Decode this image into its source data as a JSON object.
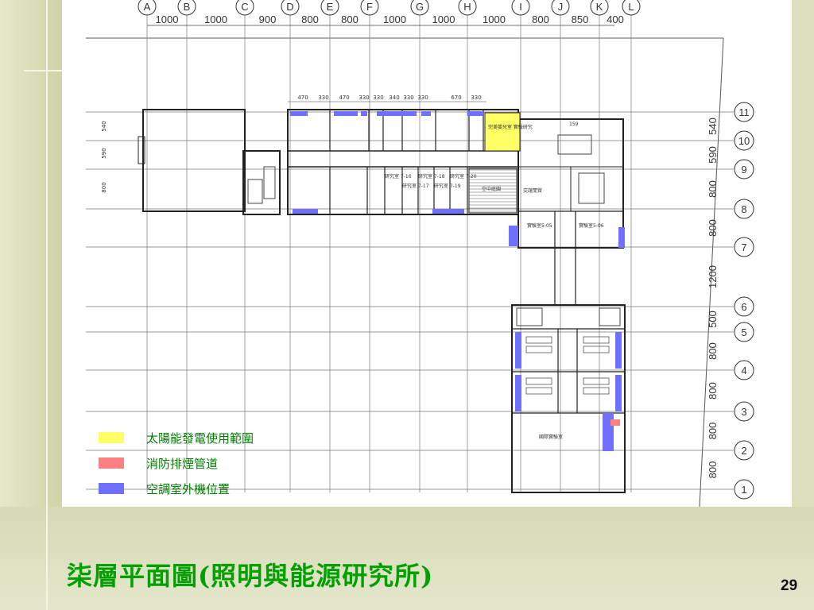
{
  "column_labels": [
    "A",
    "B",
    "C",
    "D",
    "E",
    "F",
    "G",
    "H",
    "I",
    "J",
    "K",
    "L"
  ],
  "column_spacings": [
    "1000",
    "1000",
    "900",
    "800",
    "800",
    "1000",
    "1000",
    "1000",
    "800",
    "850",
    "400"
  ],
  "row_labels": [
    "11",
    "10",
    "9",
    "8",
    "7",
    "6",
    "5",
    "4",
    "3",
    "2",
    "1"
  ],
  "row_spacings": [
    "540",
    "590",
    "800",
    "800",
    "1200",
    "500",
    "800",
    "800",
    "800",
    "800"
  ],
  "top_dims": [
    "470",
    "330",
    "470",
    "330",
    "330",
    "340",
    "330",
    "330",
    "670",
    "330"
  ],
  "left_dims": [
    "540",
    "590",
    "800"
  ],
  "room_labels": {
    "rm_159": "159",
    "rm_exchange": "交誼閒賞",
    "rm_lab506": "實驗室5-05",
    "rm_lab506b": "實驗室5-06",
    "rm_sky": "空中庭園",
    "rm_research": "國際實驗室",
    "rm_solar": "完美嬰兒室 實驗研究",
    "rm_r1": "研究室 7-16",
    "rm_r2": "研究室 7-17",
    "rm_r3": "研究室 7-18",
    "rm_r4": "研究室 7-19",
    "rm_r5": "研究室 7-20"
  },
  "legend": [
    {
      "color": "#ffff66",
      "label": "太陽能發電使用範圍"
    },
    {
      "color": "#ff8080",
      "label": "消防排煙管道"
    },
    {
      "color": "#7070ff",
      "label": "空調室外機位置"
    }
  ],
  "title": "柒層平面圖(照明與能源研究所)",
  "page_number": "29"
}
